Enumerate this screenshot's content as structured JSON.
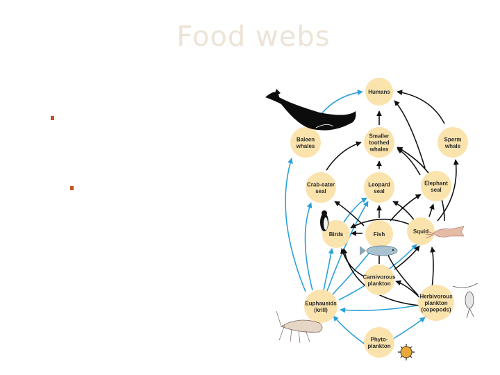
{
  "slide": {
    "title": "Food webs"
  },
  "colors": {
    "node_fill": "#fbe3ad",
    "blue_arrow": "#2aa0d8",
    "black_arrow": "#111111",
    "bullet": "#c0552a",
    "title": "#ede3d6"
  },
  "diagram": {
    "nodes": [
      {
        "id": "humans",
        "lines": [
          "Humans"
        ]
      },
      {
        "id": "baleen",
        "lines": [
          "Baleen",
          "whales"
        ]
      },
      {
        "id": "toothed",
        "lines": [
          "Smaller",
          "toothed",
          "whales"
        ]
      },
      {
        "id": "sperm",
        "lines": [
          "Sperm",
          "whale"
        ]
      },
      {
        "id": "crabeater",
        "lines": [
          "Crab-eater",
          "seal"
        ]
      },
      {
        "id": "leopard",
        "lines": [
          "Leopard",
          "seal"
        ]
      },
      {
        "id": "elephant",
        "lines": [
          "Elephant",
          "seal"
        ]
      },
      {
        "id": "birds",
        "lines": [
          "Birds"
        ]
      },
      {
        "id": "fish",
        "lines": [
          "Fish"
        ]
      },
      {
        "id": "squid",
        "lines": [
          "Squid"
        ]
      },
      {
        "id": "carnivorous",
        "lines": [
          "Carnivorous",
          "plankton"
        ]
      },
      {
        "id": "euphausids",
        "lines": [
          "Euphausids",
          "(krill)"
        ]
      },
      {
        "id": "herbivorous",
        "lines": [
          "Herbivorous",
          "plankton",
          "(copepods)"
        ]
      },
      {
        "id": "phyto",
        "lines": [
          "Phyto-",
          "plankton"
        ]
      }
    ],
    "icons": [
      "whale-illustration",
      "penguin-illustration",
      "fish-illustration",
      "squid-illustration",
      "krill-illustration",
      "copepod-illustration",
      "phytoplankton-illustration"
    ]
  }
}
